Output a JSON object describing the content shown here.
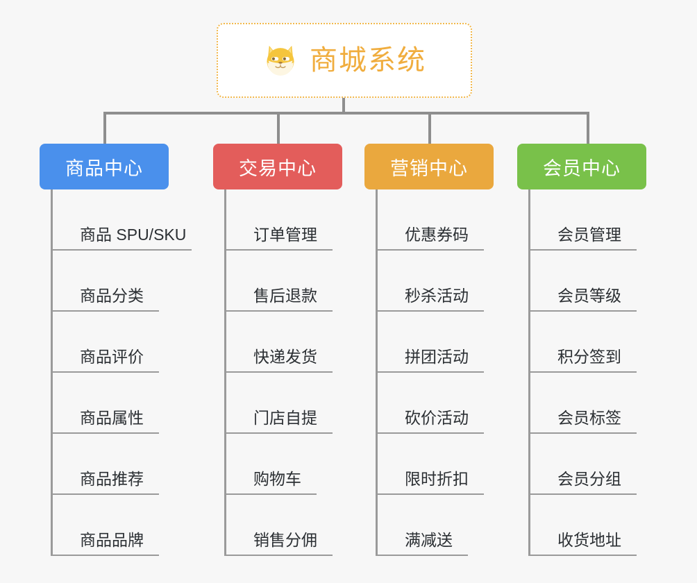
{
  "canvas": {
    "background": "#f7f7f7",
    "connector_color": "#8e8e8e"
  },
  "root": {
    "title": "商城系统",
    "icon": "shiba-dog-icon",
    "text_color": "#f0ad3e",
    "border_color": "#f2b84b",
    "background": "#ffffff"
  },
  "branches": [
    {
      "label": "商品中心",
      "color": "#4a90ec",
      "items": [
        "商品 SPU/SKU",
        "商品分类",
        "商品评价",
        "商品属性",
        "商品推荐",
        "商品品牌"
      ]
    },
    {
      "label": "交易中心",
      "color": "#e35d5b",
      "items": [
        "订单管理",
        "售后退款",
        "快递发货",
        "门店自提",
        "购物车",
        "销售分佣"
      ]
    },
    {
      "label": "营销中心",
      "color": "#eaa83e",
      "items": [
        "优惠券码",
        "秒杀活动",
        "拼团活动",
        "砍价活动",
        "限时折扣",
        "满减送"
      ]
    },
    {
      "label": "会员中心",
      "color": "#79c14a",
      "items": [
        "会员管理",
        "会员等级",
        "积分签到",
        "会员标签",
        "会员分组",
        "收货地址"
      ]
    }
  ]
}
